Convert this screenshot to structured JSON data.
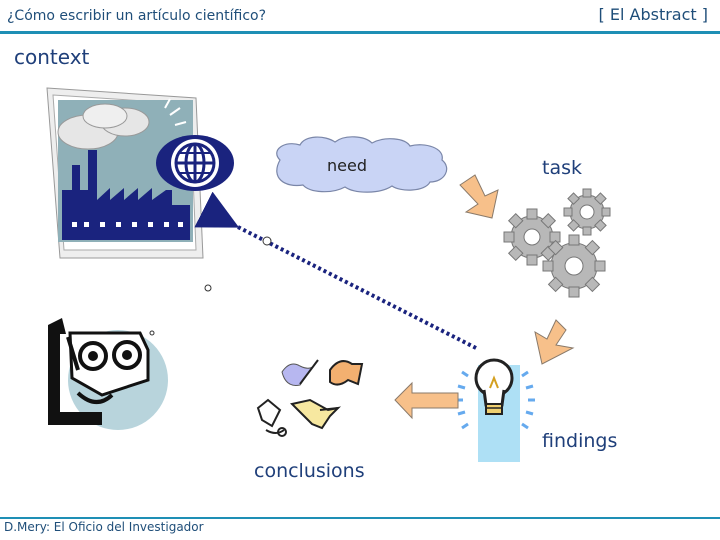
{
  "header": {
    "title": "¿Cómo escribir un artículo científico?",
    "section": "[ El Abstract ]"
  },
  "footer": {
    "text": "D.Mery: El Oficio del Investigador"
  },
  "diagram": {
    "labels": {
      "context": "context",
      "need": "need",
      "task": "task",
      "findings": "findings",
      "conclusions": "conclusions"
    }
  },
  "icons": [
    "factory-icon",
    "globe-icon",
    "cloud-icon",
    "arrow-icon",
    "gears-icon",
    "lightbulb-icon",
    "scientist-face-icon",
    "scribbles-icon",
    "dotted-arrow-icon"
  ],
  "colors": {
    "accent_rule": "#1e8fb5",
    "text_blue": "#1f4e79",
    "arrow_fill": "#f7c08a",
    "cloud_fill": "#c9d4f5",
    "gear_fill": "#b8b8b8",
    "bulb_glow": "#aee0f5",
    "dotted_line": "#1a237e"
  }
}
